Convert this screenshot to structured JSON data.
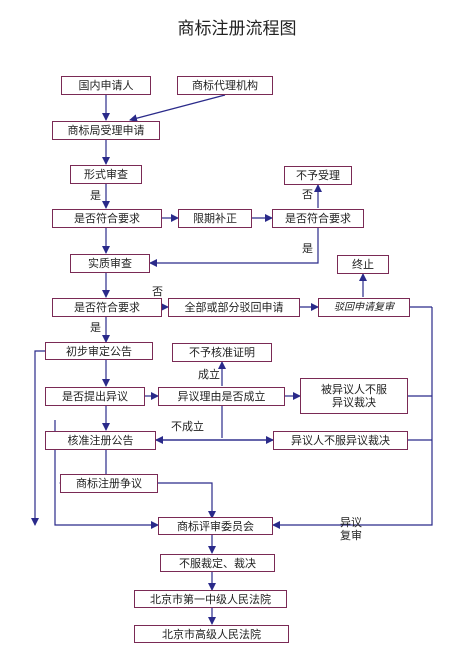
{
  "title": "商标注册流程图",
  "nodes": {
    "domestic": "国内申请人",
    "agency": "商标代理机构",
    "accept": "商标局受理申请",
    "formal": "形式审查",
    "req1": "是否符合要求",
    "fix": "限期补正",
    "req2": "是否符合要求",
    "reject_accept": "不予受理",
    "substantive": "实质审查",
    "req3": "是否符合要求",
    "partial_reject": "全部或部分驳回申请",
    "review_reject": "驳回申请复审",
    "terminate": "终止",
    "prelim": "初步审定公告",
    "no_approve": "不予核准证明",
    "objection": "是否提出异议",
    "objection_valid": "异议理由是否成立",
    "appellee": "被异议人不服\n异议裁决",
    "approve": "核准注册公告",
    "opponent": "异议人不服异议裁决",
    "dispute": "商标注册争议",
    "board": "商标评审委员会",
    "disagree": "不服裁定、裁决",
    "court1": "北京市第一中级人民法院",
    "court2": "北京市高级人民法院"
  },
  "labels": {
    "yes1": "是",
    "no1": "否",
    "yes2": "是",
    "no3": "否",
    "yes3": "是",
    "valid": "成立",
    "invalid": "不成立",
    "objection_review": "异议\n复审"
  },
  "colors": {
    "border": "#7a2a55",
    "arrow": "#2a2a8a"
  }
}
